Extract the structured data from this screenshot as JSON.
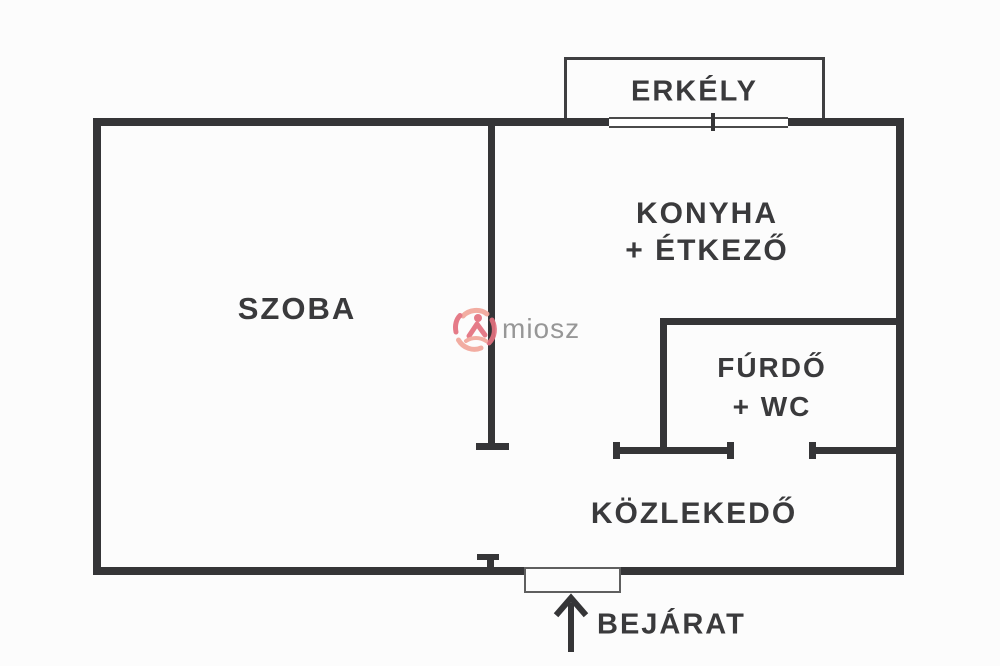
{
  "floor_plan": {
    "rooms": {
      "erkely": {
        "label": "ERKÉLY"
      },
      "szoba": {
        "label": "SZOBA"
      },
      "konyha": {
        "line1": "KONYHA",
        "line2": "+ ÉTKEZŐ"
      },
      "furdo": {
        "line1": "FÚRDŐ",
        "line2": "+ WC"
      },
      "kozlekedo": {
        "label": "KÖZLEKEDŐ"
      }
    },
    "entrance": {
      "label": "BEJÁRAT"
    }
  },
  "watermark": {
    "text": "miosz"
  },
  "colors": {
    "wall": "#353537",
    "text": "#3a3a3c",
    "thin_line": "#4a4a4a",
    "door_line": "#5f5f5f",
    "background": "#fcfcfc",
    "watermark_text": "#8f8f8f",
    "logo_pink": "#e4717f",
    "logo_salmon": "#f2a79b"
  }
}
